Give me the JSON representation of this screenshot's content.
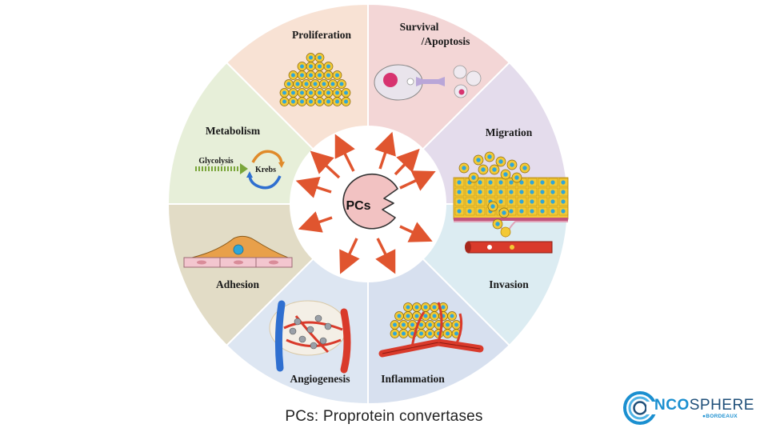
{
  "center": {
    "label": "PCs"
  },
  "segments": [
    {
      "key": "proliferation",
      "label": "Proliferation",
      "color": "#f8e2d4"
    },
    {
      "key": "survival",
      "label_line1": "Survival",
      "label_line2": "/Apoptosis",
      "color": "#f3d6d6"
    },
    {
      "key": "migration",
      "label": "Migration",
      "color": "#e4dcec"
    },
    {
      "key": "invasion",
      "label": "Invasion",
      "color": "#dcecf2"
    },
    {
      "key": "inflammation",
      "label": "Inflammation",
      "color": "#d7e0ef"
    },
    {
      "key": "angiogenesis",
      "label": "Angiogenesis",
      "color": "#dde6f2"
    },
    {
      "key": "adhesion",
      "label": "Adhesion",
      "color": "#e2dcc6"
    },
    {
      "key": "metabolism",
      "label": "Metabolism",
      "color": "#e7efd9",
      "sub_glycolysis": "Glycolysis",
      "sub_krebs": "Krebs"
    }
  ],
  "caption": "PCs:  Proprotein convertases",
  "logo": {
    "main_prefix": "O",
    "main_bold": "NCO",
    "main_rest": "SPHERE",
    "sub": "●BORDEAUX"
  },
  "colors": {
    "arrow": "#e0552f",
    "pcs_fill": "#f2c2c2",
    "cell_yellow": "#f3c935",
    "cell_blue": "#2fa6d9",
    "artery": "#d93a2b",
    "vein": "#2f6fd0"
  }
}
